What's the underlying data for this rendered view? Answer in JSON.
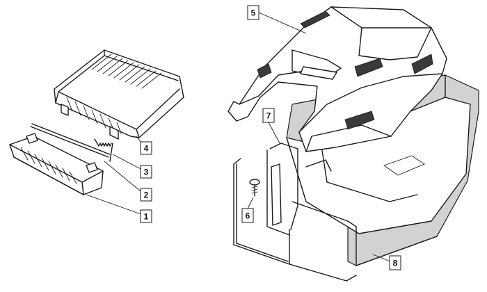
{
  "colors": {
    "line": "#1a1a1a",
    "bag_fabric": "#d2d2d2",
    "vent": "#3a3a3a",
    "background": "#ffffff"
  },
  "callouts": [
    {
      "number": "1"
    },
    {
      "number": "2"
    },
    {
      "number": "3"
    },
    {
      "number": "4"
    },
    {
      "number": "5"
    },
    {
      "number": "6"
    },
    {
      "number": "7"
    },
    {
      "number": "8"
    }
  ]
}
